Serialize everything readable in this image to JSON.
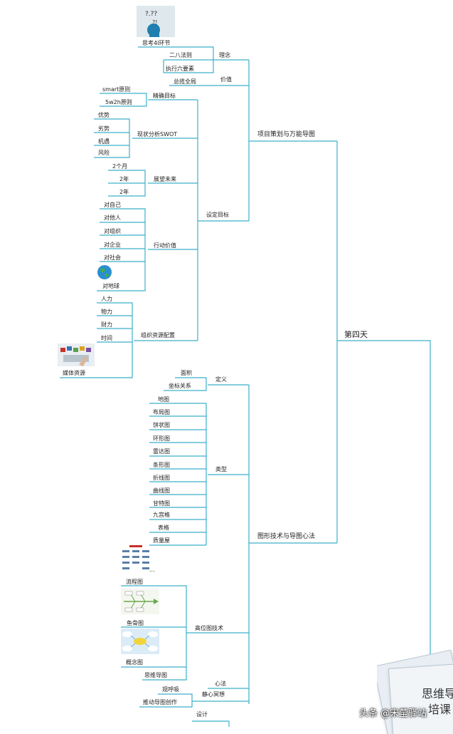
{
  "colors": {
    "line": "#3bb0c9",
    "text": "#222222"
  },
  "root": "第四天",
  "branch1": {
    "title": "项目策划与万能导图",
    "concept": {
      "label": "理念",
      "items": [
        "思考4I环节",
        "二八法则",
        "执行六要素"
      ]
    },
    "value": {
      "label": "价值",
      "items": [
        "总揽全局"
      ]
    },
    "goal": {
      "label": "设定目标",
      "precise": {
        "label": "精确目标",
        "items": [
          "smart原则",
          "5w2h原则"
        ]
      },
      "swot": {
        "label": "现状分析SWOT",
        "items": [
          "优势",
          "劣势",
          "机遇",
          "风险"
        ]
      },
      "future": {
        "label": "展望未来",
        "items": [
          "2个月",
          "2年",
          "2年"
        ]
      },
      "action": {
        "label": "行动价值",
        "items": [
          "对自己",
          "对他人",
          "对组织",
          "对企业",
          "对社会",
          "对地球"
        ]
      },
      "resource": {
        "label": "组织资源配置",
        "items": [
          "人力",
          "物力",
          "财力",
          "时间",
          "媒体资源"
        ]
      }
    }
  },
  "branch2": {
    "title": "图形技术与导图心法",
    "define": {
      "label": "定义",
      "items": [
        "面积",
        "坐标关系"
      ]
    },
    "types": {
      "label": "类型",
      "items": [
        "地图",
        "布局图",
        "饼状图",
        "环形图",
        "雷达图",
        "条形图",
        "折线图",
        "曲线图",
        "甘特图",
        "九宫格",
        "表格",
        "质量屋"
      ]
    },
    "advanced": {
      "label": "高位图技术",
      "items": [
        "...",
        "流程图",
        "鱼骨图",
        "概念图",
        "思维导图"
      ]
    },
    "mind": {
      "label": "心法",
      "items": []
    },
    "meditation": {
      "label": "静心冥想",
      "items": [
        "观呼吸",
        "推动导图创作"
      ]
    },
    "design": {
      "label": "设计"
    }
  },
  "corner": {
    "line1": "思维导",
    "line2": "培课"
  },
  "watermark": "头条 @宋莹驿站"
}
